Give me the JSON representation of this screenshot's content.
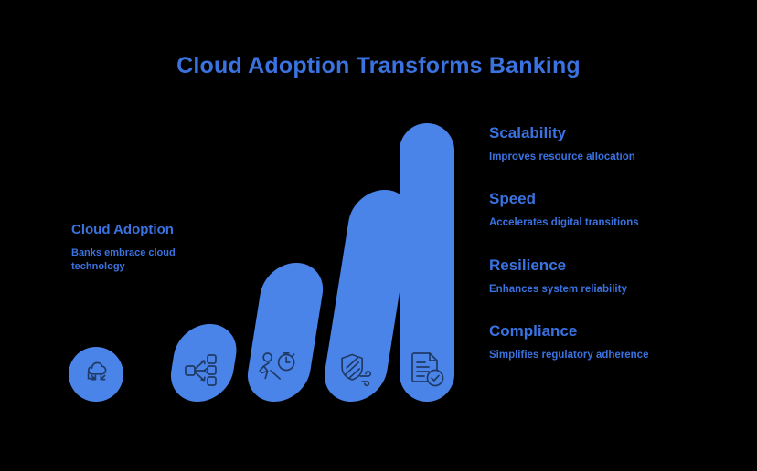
{
  "background_color": "#000000",
  "accent_color": "#4a84e8",
  "title_color": "#3a72e0",
  "icon_stroke_color": "#1f3a66",
  "header": {
    "title": "Cloud Adoption Transforms Banking"
  },
  "intro": {
    "title": "Cloud Adoption",
    "subtitle": "Banks embrace cloud technology",
    "icon": "cloud-transfer-icon"
  },
  "legend": {
    "items": [
      {
        "title": "Scalability",
        "subtitle": "Improves resource allocation"
      },
      {
        "title": "Speed",
        "subtitle": "Accelerates digital transitions"
      },
      {
        "title": "Resilience",
        "subtitle": "Enhances system reliability"
      },
      {
        "title": "Compliance",
        "subtitle": "Simplifies regulatory adherence"
      }
    ]
  },
  "chart_data": {
    "type": "bar",
    "title": "Cloud Adoption Transforms Banking",
    "xlabel": "",
    "ylabel": "",
    "grid": false,
    "legend_position": "right",
    "categories": [
      "Scalability",
      "Speed",
      "Resilience",
      "Compliance"
    ],
    "values": [
      85,
      152,
      232,
      305
    ],
    "ylim": [
      0,
      320
    ],
    "value_unit": "px-height",
    "bar_icons": [
      "distribution-nodes-icon",
      "runner-stopwatch-icon",
      "shield-wind-icon",
      "document-check-icon"
    ],
    "annotations": [
      "Cloud Adoption — Banks embrace cloud technology"
    ]
  }
}
